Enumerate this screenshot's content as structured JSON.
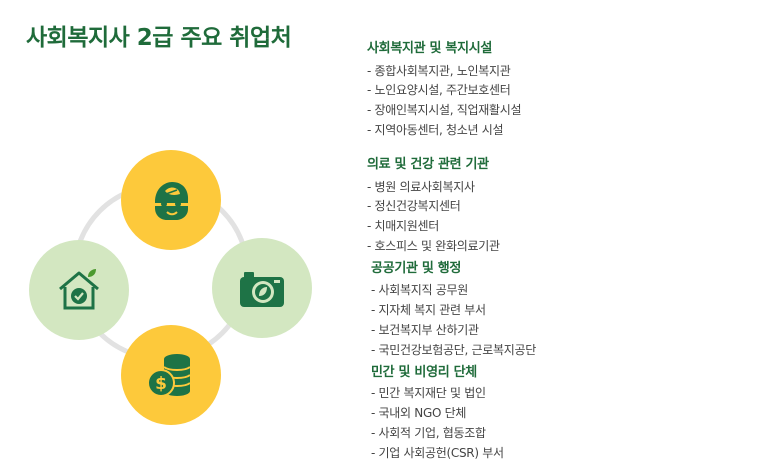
{
  "title": "사회복지사 2급 주요 취업처",
  "colors": {
    "title_green": "#1f6b3a",
    "icon_green": "#1e7346",
    "yellow": "#fdc93b",
    "light_green": "#d3e7c1",
    "ring_gray": "#e2e2e2"
  },
  "diagram": {
    "nodes": [
      {
        "icon": "person-leaf-head-icon",
        "color": "yellow"
      },
      {
        "icon": "house-check-icon",
        "color": "light_green"
      },
      {
        "icon": "camera-leaf-icon",
        "color": "light_green"
      },
      {
        "icon": "coin-stack-dollar-icon",
        "color": "yellow"
      }
    ]
  },
  "sections": [
    {
      "title": "사회복지관 및 복지시설",
      "items": [
        "- 종합사회복지관, 노인복지관",
        "- 노인요양시설, 주간보호센터",
        "- 장애인복지시설, 직업재활시설",
        "- 지역아동센터, 청소년 시설"
      ]
    },
    {
      "title": "의료 및 건강 관련 기관",
      "items": [
        "- 병원 의료사회복지사",
        "- 정신건강복지센터",
        "- 치매지원센터",
        "- 호스피스 및 완화의료기관"
      ]
    },
    {
      "title": "공공기관 및 행정",
      "items": [
        "- 사회복지직 공무원",
        "- 지자체 복지 관련 부서",
        "- 보건복지부 산하기관",
        "- 국민건강보험공단, 근로복지공단"
      ]
    },
    {
      "title": "민간 및 비영리 단체",
      "items": [
        "- 민간 복지재단 및 법인",
        "- 국내외 NGO 단체",
        "- 사회적 기업, 협동조합",
        "- 기업 사회공헌(CSR) 부서"
      ]
    }
  ]
}
